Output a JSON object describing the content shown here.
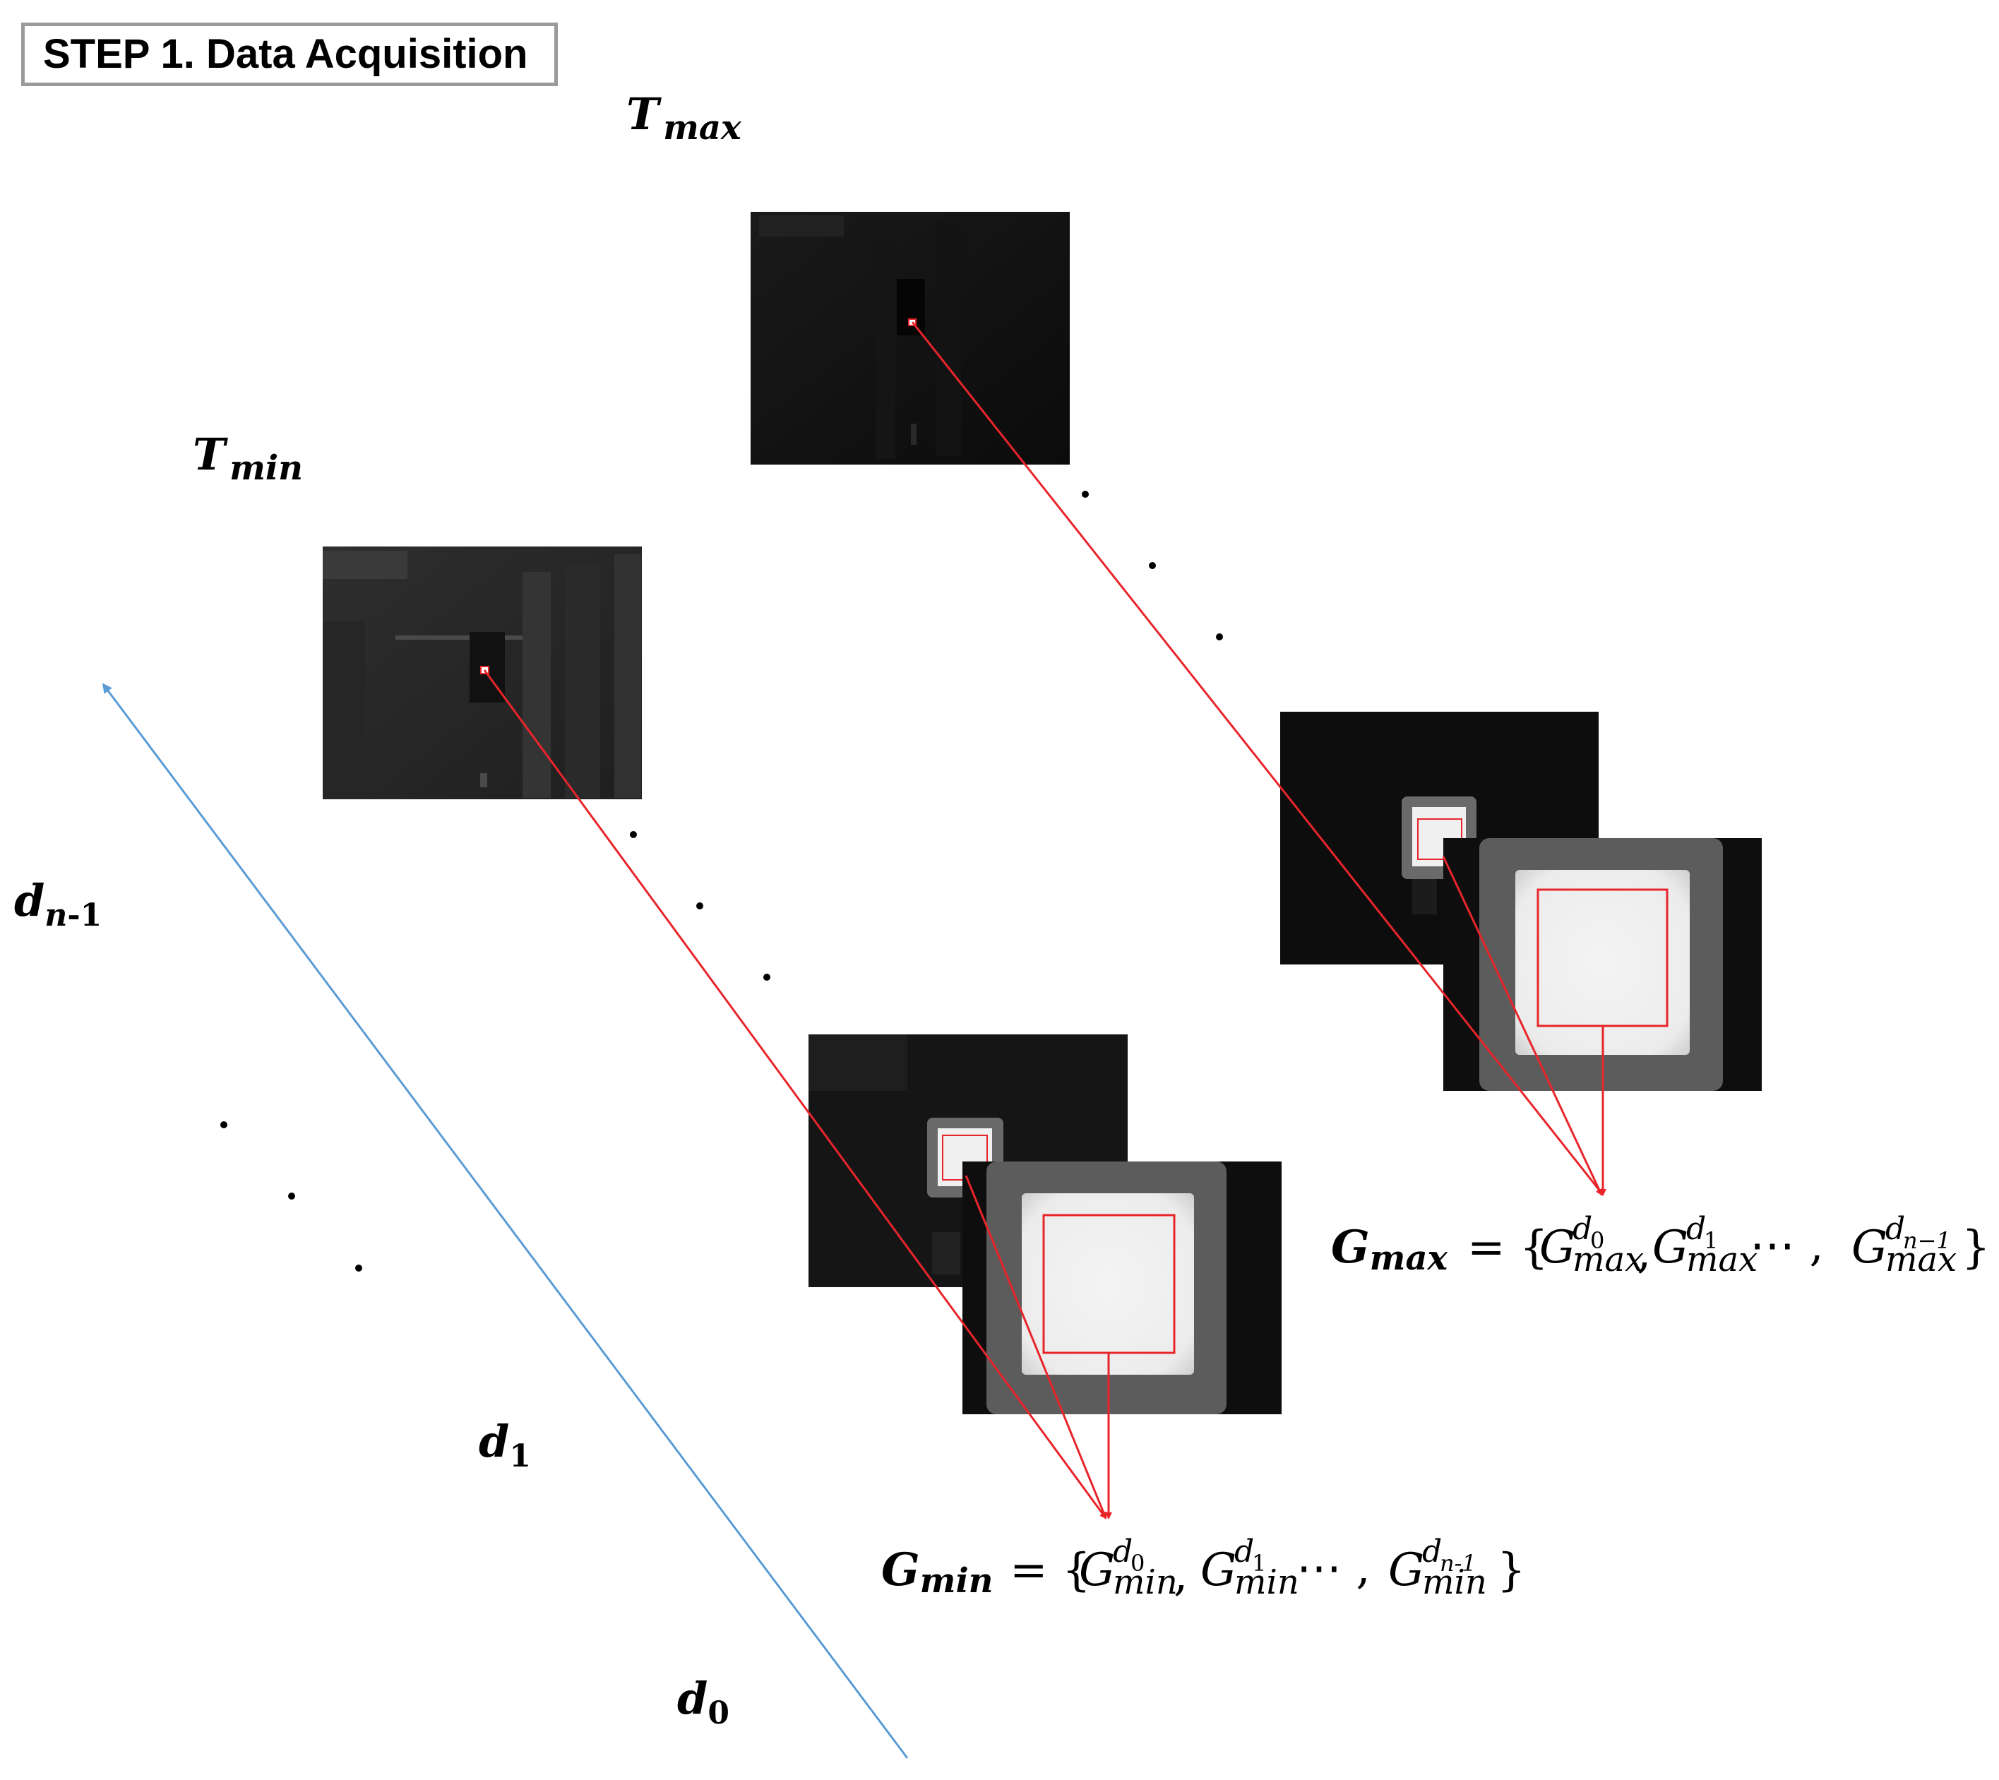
{
  "title": "STEP 1. Data Acquisition",
  "labels": {
    "t_max": {
      "main": "T",
      "sub": "max"
    },
    "t_min": {
      "main": "T",
      "sub": "min"
    },
    "d_n1": {
      "main": "d",
      "sub_a": "n",
      "sub_b": "-1"
    },
    "d_1": {
      "main": "d",
      "sub": "1"
    },
    "d_0": {
      "main": "d",
      "sub": "0"
    }
  },
  "formula_max": {
    "lhs_main": "G",
    "lhs_sub": "max",
    "eq": "= {",
    "t1": "G",
    "t1_sub": "max",
    "t1_sup": "d",
    "t1_sup_sub": "0",
    "sep": ",",
    "t2": "G",
    "t2_sub": "max",
    "t2_sup": "d",
    "t2_sup_sub": "1",
    "dots": "⋯ ,",
    "t3": "G",
    "t3_sub": "max",
    "t3_sup": "d",
    "t3_sup_sub": "n−1",
    "close": "}"
  },
  "formula_min": {
    "lhs_main": "G",
    "lhs_sub": "min",
    "eq": "= {",
    "t1": "G",
    "t1_sub": "min",
    "t1_sup": "d",
    "t1_sup_sub": "0",
    "sep": ",",
    "t2": "G",
    "t2_sub": "min",
    "t2_sup": "d",
    "t2_sup_sub": "1",
    "dots": "⋯ ,",
    "t3": "G",
    "t3_sub": "min",
    "t3_sup": "d",
    "t3_sup_sub": "n-1",
    "close": "}"
  },
  "colors": {
    "arrow_red": "#e8252b",
    "axis_blue": "#5b9bd5",
    "frame_dark": "#0c0c0c"
  }
}
